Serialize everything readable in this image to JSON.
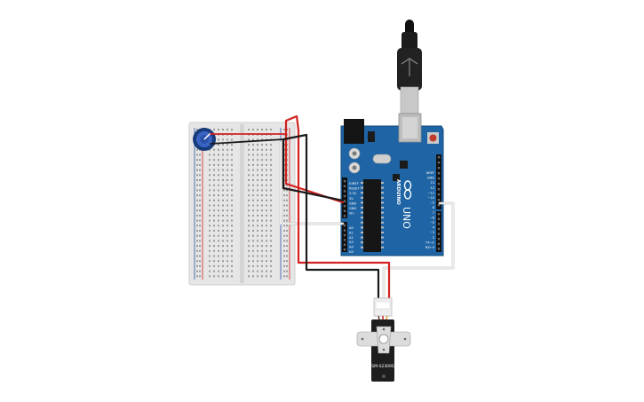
{
  "board": {
    "brand": "ARDUINO",
    "model": "UNO",
    "power_pins": [
      "IOREF",
      "RESET",
      "3.3V",
      "5V",
      "GND",
      "GND",
      "Vin"
    ],
    "analog_pins": [
      "A0",
      "A1",
      "A2",
      "A3",
      "A4",
      "A5"
    ],
    "digital_pins": [
      "AREF",
      "GND",
      "13",
      "12",
      "~11",
      "~10",
      "~9",
      "8",
      "7",
      "~6",
      "~5",
      "4",
      "~3",
      "2",
      "TX→1",
      "RX←0"
    ]
  },
  "servo": {
    "model": "SM-S2309S"
  },
  "colors": {
    "board": "#1f65a6",
    "breadboard": "#e6e6e6",
    "wire_red": "#d32020",
    "wire_black": "#1a1a1a",
    "wire_white": "#f2f2f2"
  },
  "components": [
    "usb-cable",
    "breadboard",
    "potentiometer",
    "arduino-uno",
    "servo-motor"
  ]
}
